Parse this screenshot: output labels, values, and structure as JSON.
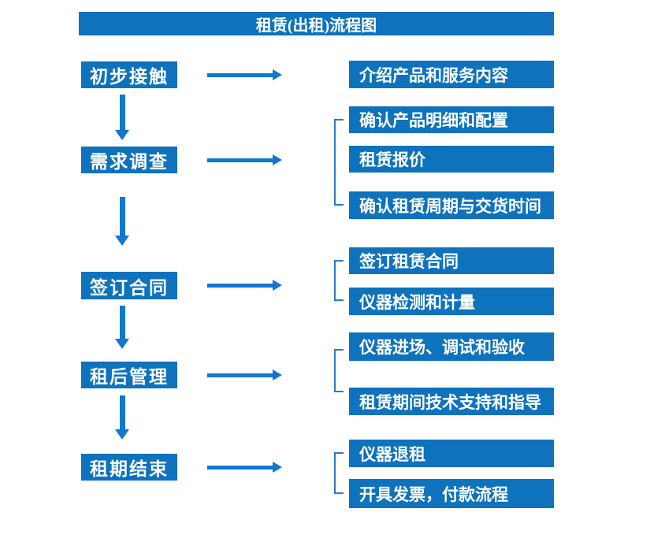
{
  "title": "租赁(出租)流程图",
  "colors": {
    "box_blue": "#0e72bd",
    "arrow_blue": "#1277cf",
    "bracket_blue": "#2e79c4",
    "text_white": "#ffffff",
    "background": "#ffffff"
  },
  "stages": [
    {
      "label": "初步接触",
      "details": [
        "介绍产品和服务内容"
      ]
    },
    {
      "label": "需求调查",
      "details": [
        "确认产品明细和配置",
        "租赁报价",
        "确认租赁周期与交货时间"
      ]
    },
    {
      "label": "签订合同",
      "details": [
        "签订租赁合同",
        "仪器检测和计量"
      ]
    },
    {
      "label": "租后管理",
      "details": [
        "仪器进场、调试和验收",
        "租赁期间技术支持和指导"
      ]
    },
    {
      "label": "租期结束",
      "details": [
        "仪器退租",
        "开具发票，付款流程"
      ]
    }
  ]
}
